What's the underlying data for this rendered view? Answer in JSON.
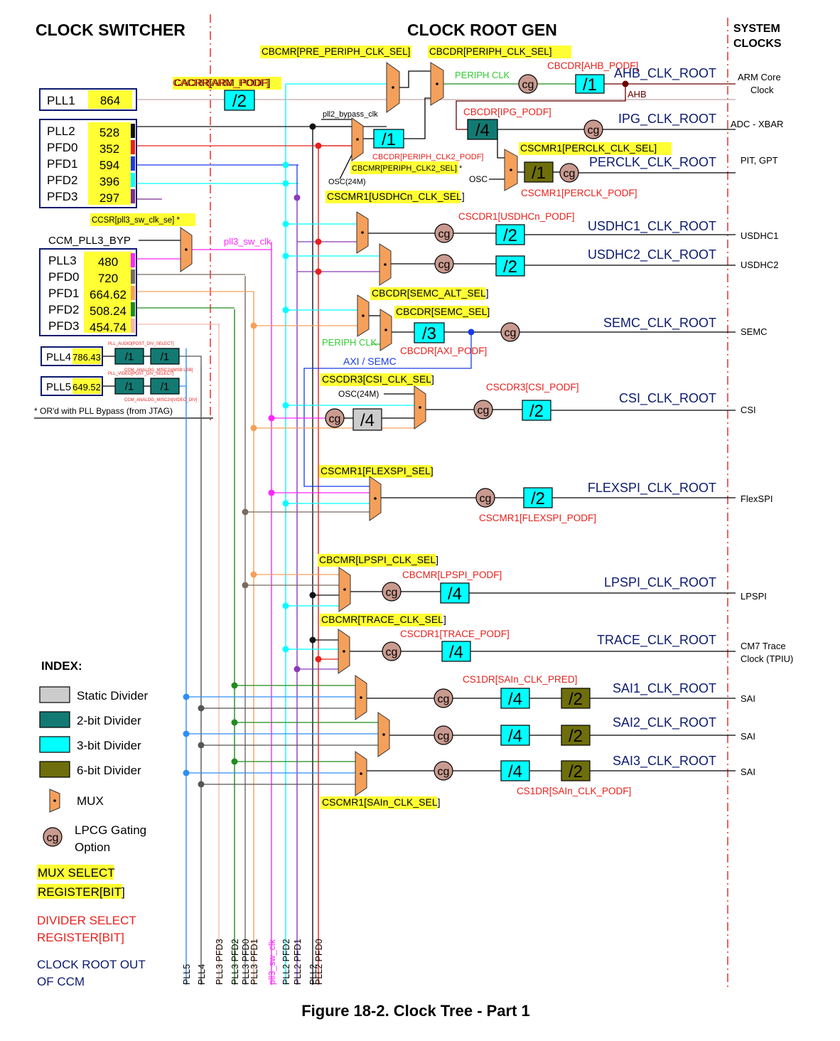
{
  "sections": {
    "switcher": "CLOCK SWITCHER",
    "root_gen": "CLOCK ROOT GEN",
    "system_l1": "SYSTEM",
    "system_l2": "CLOCKS"
  },
  "caption": "Figure 18-2. Clock Tree - Part 1",
  "pll1": {
    "name": "PLL1",
    "value": "864"
  },
  "pll2": {
    "names": [
      "PLL2",
      "PFD0",
      "PFD1",
      "PFD2",
      "PFD3"
    ],
    "values": [
      "528",
      "352",
      "594",
      "396",
      "297"
    ]
  },
  "pll3": {
    "names": [
      "PLL3",
      "PFD0",
      "PFD1",
      "PFD2",
      "PFD3"
    ],
    "values": [
      "480",
      "720",
      "664.62",
      "508.24",
      "454.74"
    ]
  },
  "pll4": {
    "name": "PLL4",
    "value": "786.43",
    "div1": "/1",
    "div2": "/1",
    "sel1": "PLL_AUDIO[POST_DIV_SELECT]",
    "sel2": "CCM_ANALOG_MISC2n[MSB:LSB]"
  },
  "pll5": {
    "name": "PLL5",
    "value": "649.52",
    "div1": "/1",
    "div2": "/1",
    "sel1": "PLL_VIDEO[POST_DIV_SELECT]",
    "sel2": "CCM_ANALOG_MISC2n[VIDEO_DIV]"
  },
  "bypass_note": "* OR'd with PLL Bypass (from JTAG)",
  "ccm_pll3_byp": "CCM_PLL3_BYP",
  "labels": {
    "ccsr": "CCSR[pll3_sw_clk_se] *",
    "pll3_sw_clk": "pll3_sw_clk",
    "cacrr": "CACRR[ARM_PODF]",
    "cacrr_div": "/2",
    "pre_periph_sel": "CBCMR[PRE_PERIPH_CLK_SEL]",
    "periph_sel": "CBCDR[PERIPH_CLK_SEL]",
    "pll2_bypass": "pll2_bypass_clk",
    "osc24": "OSC(24M)",
    "periph_clk2_podf": "CBCDR[PERIPH_CLK2_PODF]",
    "periph_clk2_sel": "CBCMR[PERIPH_CLK2_SEL] *",
    "periph_clk2_div": "/1",
    "periph_clk": "PERIPH CLK",
    "ahb_podf": "CBCDR[AHB_PODF]",
    "ahb_div": "/1",
    "ahb": "AHB",
    "ipg_podf": "CBCDR[IPG_PODF]",
    "ipg_div": "/4",
    "perclk_sel": "CSCMR1[PERCLK_CLK_SEL]",
    "osc": "OSC",
    "perclk_div": "/1",
    "perclk_podf": "CSCMR1[PERCLK_PODF]",
    "usdhc_sel": "CSCMR1[USDHCn_CLK_SEL]",
    "usdhc_podf": "CSCDR1[USDHCn_PODF]",
    "usdhc1_div": "/2",
    "usdhc2_div": "/2",
    "semc_alt_sel": "CBCDR[SEMC_ALT_SEL]",
    "semc_sel": "CBCDR[SEMC_SEL]",
    "semc_div": "/3",
    "axi_podf": "CBCDR[AXI_PODF]",
    "periph_clk2": "PERIPH CLK",
    "axi_semc": "AXI / SEMC",
    "csi_sel": "CSCDR3[CSI_CLK_SEL]",
    "csi_osc": "OSC(24M)",
    "csi_podf": "CSCDR3[CSI_PODF]",
    "csi_static": "/4",
    "csi_div": "/2",
    "flexspi_sel": "CSCMR1[FLEXSPI_SEL]",
    "flexspi_div": "/2",
    "flexspi_podf": "CSCMR1[FLEXSPI_PODF]",
    "lpspi_sel": "CBCMR[LPSPI_CLK_SEL]",
    "lpspi_podf": "CBCMR[LPSPI_PODF]",
    "lpspi_div": "/4",
    "trace_sel": "CBCMR[TRACE_CLK_SEL]",
    "trace_podf": "CSCDR1[TRACE_PODF]",
    "trace_div": "/4",
    "sai_pred": "CS1DR[SAIn_CLK_PRED]",
    "sai_podf": "CS1DR[SAIn_CLK_PODF]",
    "sai_sel": "CSCMR1[SAIn_CLK_SEL]",
    "sai_div1": "/4",
    "sai_div2": "/2",
    "cg": "cg"
  },
  "roots": [
    {
      "name": "AHB_CLK_ROOT",
      "sys": "ARM Core",
      "sys2": "Clock"
    },
    {
      "name": "IPG_CLK_ROOT",
      "sys": "ADC - XBAR",
      "sys2": ""
    },
    {
      "name": "PERCLK_CLK_ROOT",
      "sys": "PIT, GPT",
      "sys2": ""
    },
    {
      "name": "USDHC1_CLK_ROOT",
      "sys": "USDHC1",
      "sys2": ""
    },
    {
      "name": "USDHC2_CLK_ROOT",
      "sys": "USDHC2",
      "sys2": ""
    },
    {
      "name": "SEMC_CLK_ROOT",
      "sys": "SEMC",
      "sys2": ""
    },
    {
      "name": "CSI_CLK_ROOT",
      "sys": "CSI",
      "sys2": ""
    },
    {
      "name": "FLEXSPI_CLK_ROOT",
      "sys": "FlexSPI",
      "sys2": ""
    },
    {
      "name": "LPSPI_CLK_ROOT",
      "sys": "LPSPI",
      "sys2": ""
    },
    {
      "name": "TRACE_CLK_ROOT",
      "sys": "CM7 Trace",
      "sys2": "Clock (TPIU)"
    },
    {
      "name": "SAI1_CLK_ROOT",
      "sys": "SAI",
      "sys2": ""
    },
    {
      "name": "SAI2_CLK_ROOT",
      "sys": "SAI",
      "sys2": ""
    },
    {
      "name": "SAI3_CLK_ROOT",
      "sys": "SAI",
      "sys2": ""
    }
  ],
  "bus_labels": [
    "PLL5",
    "PLL4",
    "PLL3 PFD3",
    "PLL3 PFD2",
    "PLL3 PFD0",
    "PLL3 PFD1",
    "pll3_sw_clk",
    "PLL2 PFD2",
    "PLL2 PFD1",
    "PLL2",
    "PLL2 PFD0"
  ],
  "index": {
    "title": "INDEX:",
    "static": "Static Divider",
    "bit2": "2-bit Divider",
    "bit3": "3-bit Divider",
    "bit6": "6-bit Divider",
    "mux": "MUX",
    "lpcg1": "LPCG Gating",
    "lpcg2": "Option",
    "mux_sel1": "MUX SELECT",
    "mux_sel2": "REGISTER[BIT]",
    "div_sel1": "DIVIDER SELECT",
    "div_sel2": "REGISTER[BIT]",
    "root_out1": "CLOCK ROOT OUT",
    "root_out2": "OF CCM"
  },
  "colors": {
    "cyan": "#00ffff",
    "teal": "#127a73",
    "olive": "#6e6e0c",
    "gray": "#cccccc",
    "mux": "#f5a05a",
    "cg": "#c99a8f",
    "yellow": "#ffff33",
    "red": "#e8201b",
    "navy": "#0b1a6e",
    "blue": "#2e8ef7",
    "green": "#1e8c1e",
    "magenta": "#ff26ff"
  }
}
